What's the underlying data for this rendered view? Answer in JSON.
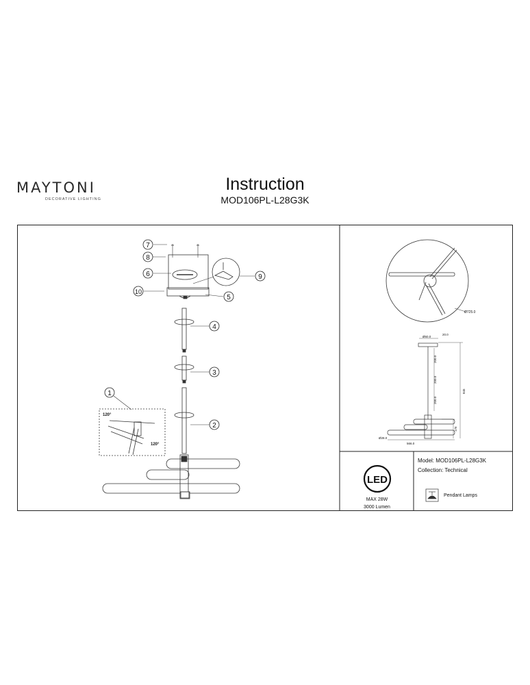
{
  "brand": {
    "name": "MAYTONI",
    "tagline": "DECORATIVE LIGHTING"
  },
  "header": {
    "title": "Instruction",
    "model_code": "MOD106PL-L28G3K"
  },
  "assembly": {
    "callouts": [
      "7",
      "8",
      "6",
      "9",
      "10",
      "5",
      "4",
      "3",
      "2",
      "1"
    ],
    "angle_labels": [
      "120°",
      "120°"
    ]
  },
  "dimensions": {
    "top_view_diameter": "Ø725.0",
    "canopy_diameter": "Ø60.0",
    "canopy_height": "20.0",
    "rod_1": "200.0",
    "rod_2": "200.0",
    "rod_3": "200.0",
    "total_height": "845",
    "body_height": "176",
    "tube_diameter": "Ø28.0",
    "width": "566.0"
  },
  "info": {
    "led_label": "LED",
    "power": "MAX 28W",
    "lumen": "3000 Lumen",
    "model": "Model: MOD106PL-L28G3K",
    "collection": "Collection: Technical",
    "type": "Pendant Lamps",
    "type_icon": "pendant-lamp-icon"
  }
}
